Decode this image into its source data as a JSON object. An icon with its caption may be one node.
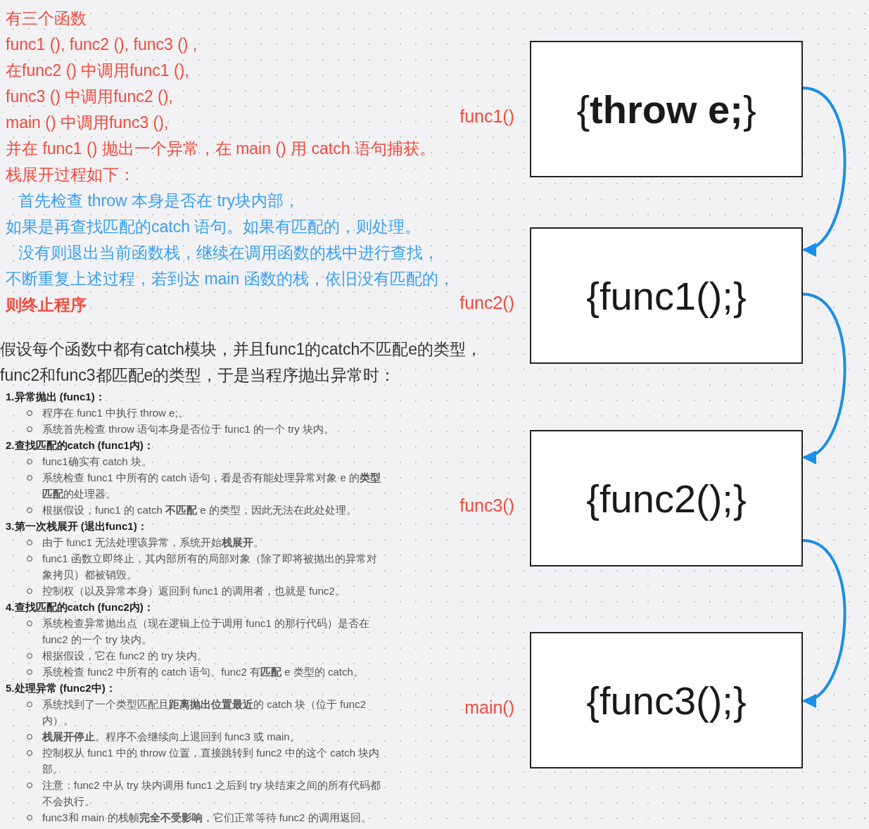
{
  "diagram": {
    "nodes": [
      {
        "text": [
          "{**throw e;**}"
        ],
        "beside": [
          "func1()"
        ]
      },
      {
        "text": [
          "{func1();}"
        ],
        "beside": [
          "func2()"
        ]
      },
      {
        "text": [
          "{func2();}"
        ],
        "beside": [
          "func3()"
        ]
      },
      {
        "text": [
          "{func3();}"
        ],
        "beside": [
          "main()"
        ]
      }
    ],
    "edges": [
      {
        "from": 0,
        "to": 1,
        "arrow": "to"
      },
      {
        "from": 1,
        "to": 2,
        "arrow": "to"
      },
      {
        "from": 2,
        "to": 3,
        "arrow": "to"
      }
    ],
    "labels": [
      "有三个函数",
      "func1 (), func2 (), func3 () ,",
      "在func2 () 中调用func1 (),",
      "func3 () 中调用func2 (),",
      "main () 中调用func3 (),",
      "并在 func1 () 抛出一个异常，在 main () 用 catch 语句捕获。",
      "栈展开过程如下：",
      "首先检查 throw 本身是否在 try块内部，",
      "如果是再查找匹配的catch 语句。如果有匹配的，则处理。",
      "没有则退出当前函数栈，继续在调用函数的栈中进行查找，",
      "不断重复上述过程，若到达 main 函数的栈，依旧没有匹配的，",
      "则终止程序",
      "假设每个函数中都有catch模块，并且func1的catch不匹配e的类型，func2和func3都匹配e的类型，于是当程序抛出异常时：",
      "1.异常抛出 (func1)：",
      "程序在 func1 中执行 throw e;。",
      "系统首先检查 throw 语句本身是否位于 func1 的一个 try 块内。",
      "2.查找匹配的catch (func1内)：",
      "func1确实有 catch 块。",
      "系统检查 func1 中所有的 catch 语句，看是否有能处理异常对象 e 的**类型匹配**的处理器。",
      "根据假设，func1 的 catch **不匹配** e 的类型，因此无法在此处处理。",
      "3.第一次栈展开 (退出func1)：",
      "由于 func1 无法处理该异常，系统开始**栈展开**。",
      "func1 函数立即终止，其内部所有的局部对象（除了即将被抛出的异常对象拷贝）都被销毁。",
      "控制权（以及异常本身）返回到 func1 的调用者，也就是 func2。",
      "4.查找匹配的catch (func2内)：",
      "系统检查异常抛出点（现在逻辑上位于调用 func1 的那行代码）是否在func2 的一个 try 块内。",
      "根据假设，它在 func2 的 try 块内。",
      "系统检查 func2 中所有的 catch 语句。func2 有**匹配** e 类型的 catch。",
      "5.处理异常 (func2中)：",
      "系统找到了一个类型匹配且**距离抛出位置最近**的 catch 块（位于 func2内）。",
      "**栈展开停止**。程序不会继续向上退回到 func3 或 main。",
      "控制权从 func1 中的 throw 位置，直接跳转到 func2 中的这个 catch 块内部。",
      "注意：func2 中从 try 块内调用 func1 之后到 try 块结束之间的所有代码都不会执行。",
      "func3和 main 的栈帧**完全不受影响**，它们正常等待 func2 的调用返回。"
    ]
  }
}
